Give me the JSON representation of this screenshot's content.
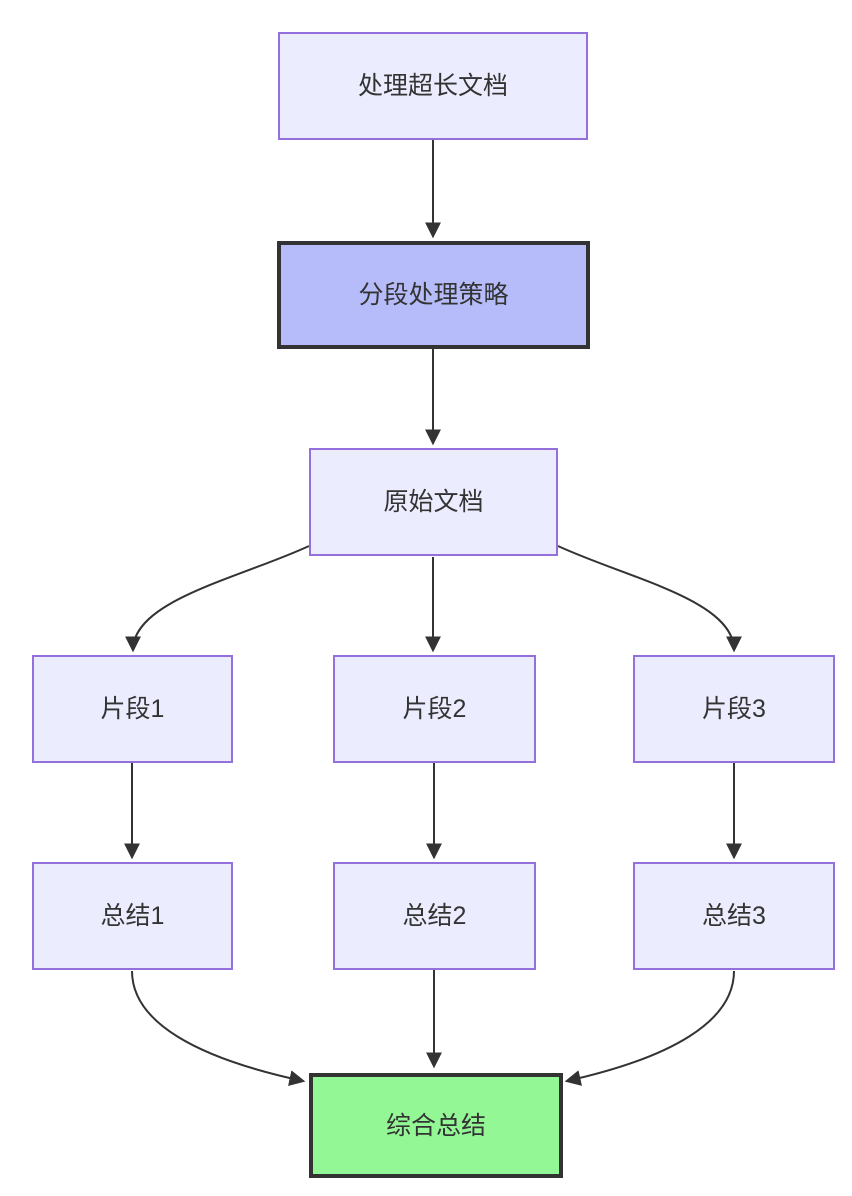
{
  "diagram": {
    "type": "flowchart",
    "direction": "top-down",
    "nodes": [
      {
        "id": "A",
        "label": "处理超长文档",
        "style": "default"
      },
      {
        "id": "B",
        "label": "分段处理策略",
        "style": "highlight"
      },
      {
        "id": "C",
        "label": "原始文档",
        "style": "default"
      },
      {
        "id": "D1",
        "label": "片段1",
        "style": "default"
      },
      {
        "id": "D2",
        "label": "片段2",
        "style": "default"
      },
      {
        "id": "D3",
        "label": "片段3",
        "style": "default"
      },
      {
        "id": "E1",
        "label": "总结1",
        "style": "default"
      },
      {
        "id": "E2",
        "label": "总结2",
        "style": "default"
      },
      {
        "id": "E3",
        "label": "总结3",
        "style": "default"
      },
      {
        "id": "F",
        "label": "综合总结",
        "style": "success"
      }
    ],
    "edges": [
      {
        "from": "A",
        "to": "B"
      },
      {
        "from": "B",
        "to": "C"
      },
      {
        "from": "C",
        "to": "D1"
      },
      {
        "from": "C",
        "to": "D2"
      },
      {
        "from": "C",
        "to": "D3"
      },
      {
        "from": "D1",
        "to": "E1"
      },
      {
        "from": "D2",
        "to": "E2"
      },
      {
        "from": "D3",
        "to": "E3"
      },
      {
        "from": "E1",
        "to": "F"
      },
      {
        "from": "E2",
        "to": "F"
      },
      {
        "from": "E3",
        "to": "F"
      }
    ],
    "colors": {
      "canvas-bg": "#ffffff",
      "node-fill": "#ECECFF",
      "node-border": "#9370DB",
      "highlight-fill": "#B6BCFA",
      "highlight-border": "#333333",
      "success-fill": "#94F796",
      "success-border": "#333333",
      "edge": "#333333",
      "text": "#333333"
    }
  }
}
